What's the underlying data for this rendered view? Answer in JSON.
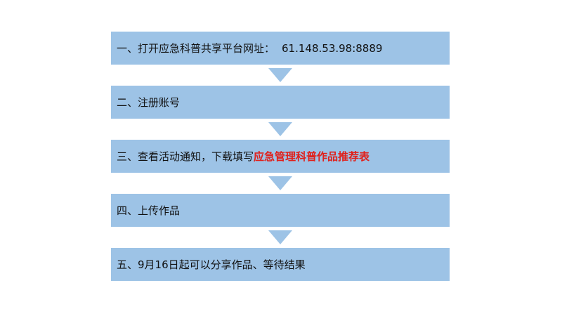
{
  "steps": [
    {
      "text": "一、打开应急科普共享平台网址：",
      "extra": "61.148.53.98:8889"
    },
    {
      "text": "二、注册账号"
    },
    {
      "text": "三、查看活动通知，下载填写",
      "highlight": "应急管理科普作品推荐表"
    },
    {
      "text": "四、上传作品"
    },
    {
      "text": "五、9月16日起可以分享作品、等待结果"
    }
  ],
  "colors": {
    "box": "#9dc3e6",
    "highlight": "#e0201b",
    "text": "#111111"
  }
}
